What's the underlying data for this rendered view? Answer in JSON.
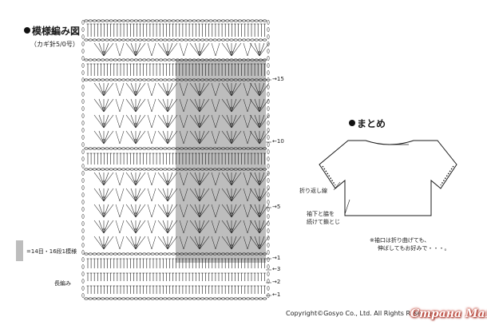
{
  "chart_title": "模様編み図",
  "hook_note": "（カギ針5/0号）",
  "row_labels": [
    "15",
    "10",
    "5",
    "3",
    "2",
    "1"
  ],
  "lower_row_labels": [
    "1"
  ],
  "legend_text": "=14目・16段1模様",
  "bottom_stitch_label": "長編み",
  "assembly_title": "まとめ",
  "fold_label": "折り返し線",
  "seam_label_line1": "袖下と脇を",
  "seam_label_line2": "続けて鎖とじ",
  "note_line1": "※袖口は折り曲げても、",
  "note_line2": "伸ばしてもお好みで・・・。",
  "copyright": "Copyright©Gosyo Co., Ltd. All Rights Reserved.",
  "watermark": "Страна Мам",
  "colors": {
    "shade": "#bdbdbd",
    "ink": "#1a1a1a",
    "watermark": "#c0392b"
  },
  "icons": {
    "bullet": "filled-circle-icon",
    "arrow": "left-arrow-icon"
  }
}
